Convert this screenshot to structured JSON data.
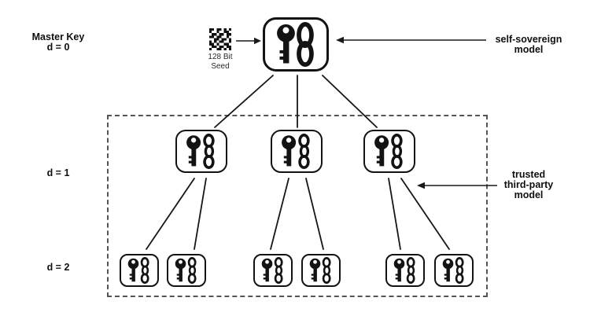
{
  "page": {
    "background": "#ffffff"
  },
  "diagram": {
    "type": "hierarchical-key-derivation-tree",
    "labels": {
      "master_key": {
        "line1": "Master Key",
        "line2": "d = 0"
      },
      "seed": {
        "line1": "128 Bit",
        "line2": "Seed"
      },
      "self_sovereign": {
        "line1": "self-sovereign",
        "line2": "model"
      },
      "depth1": "d = 1",
      "depth2": "d = 2",
      "trusted": {
        "line1": "trusted",
        "line2": "third-party",
        "line3": "model"
      }
    },
    "colors": {
      "ink": "#141414",
      "dashed_border": "#555555",
      "node_fill": "#ffffff"
    },
    "icons": {
      "seed": "qr-seed-icon",
      "key": "key-icon",
      "chain": "chain-link-icon"
    },
    "structure": {
      "depths": [
        0,
        1,
        2
      ],
      "nodes_per_depth": [
        1,
        3,
        6
      ],
      "children_per_depth1_node": 2,
      "dashed_region_contains_depths": [
        1,
        2
      ],
      "annotations": {
        "master_node": "self-sovereign model",
        "dashed_region": "trusted third-party model"
      }
    }
  }
}
